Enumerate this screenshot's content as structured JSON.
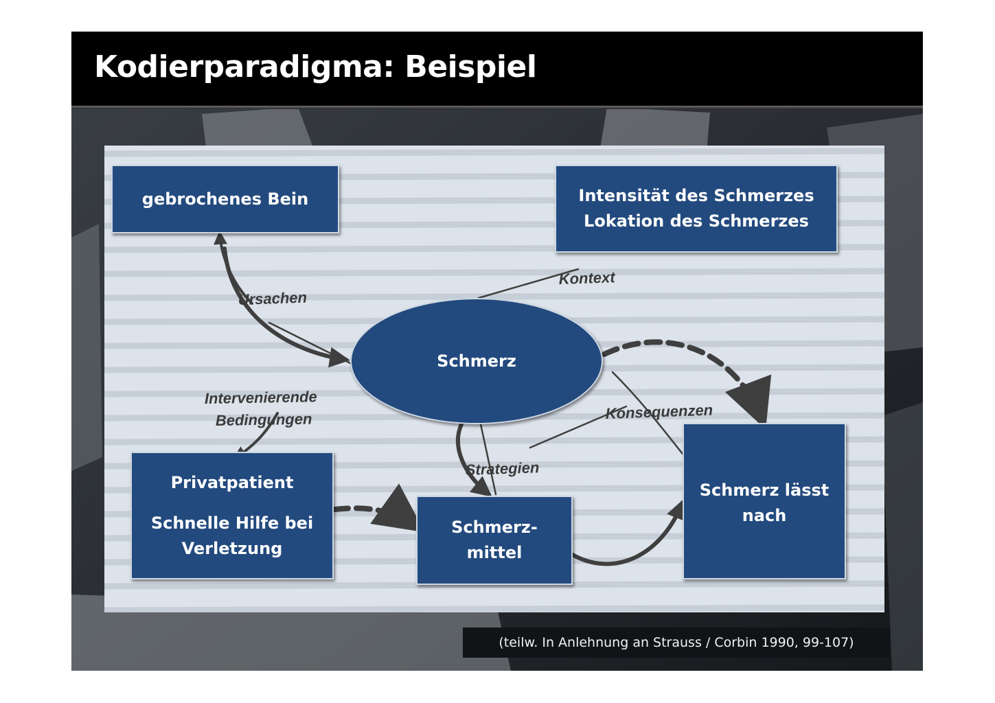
{
  "slide": {
    "title": "Kodierparadigma: Beispiel",
    "source_note": "(teilw. In Anlehnung an Strauss / Corbin 1990, 99-107)"
  },
  "diagram": {
    "center": "Schmerz",
    "boxes": {
      "causes": {
        "lines": [
          "gebrochenes Bein"
        ]
      },
      "context": {
        "lines": [
          "Intensität des Schmerzes",
          "Lokation des Schmerzes"
        ]
      },
      "conditions": {
        "lines": [
          "Privatpatient",
          "Schnelle Hilfe bei",
          "Verletzung"
        ]
      },
      "strategies": {
        "lines": [
          "Schmerz-",
          "mittel"
        ]
      },
      "consequences": {
        "lines": [
          "Schmerz lässt",
          "nach"
        ]
      }
    },
    "edge_labels": {
      "ursachen": "Ursachen",
      "kontext": "Kontext",
      "intervenierende_line1": "Intervenierende",
      "intervenierende_line2": "Bedingungen",
      "strategien": "Strategien",
      "konsequenzen": "Konsequenzen"
    }
  },
  "colors": {
    "box_fill": "#234a7e",
    "box_text": "#ffffff",
    "title_bar": "#000000",
    "panel": "#dce3ea",
    "arrow": "#3f3f3f"
  }
}
